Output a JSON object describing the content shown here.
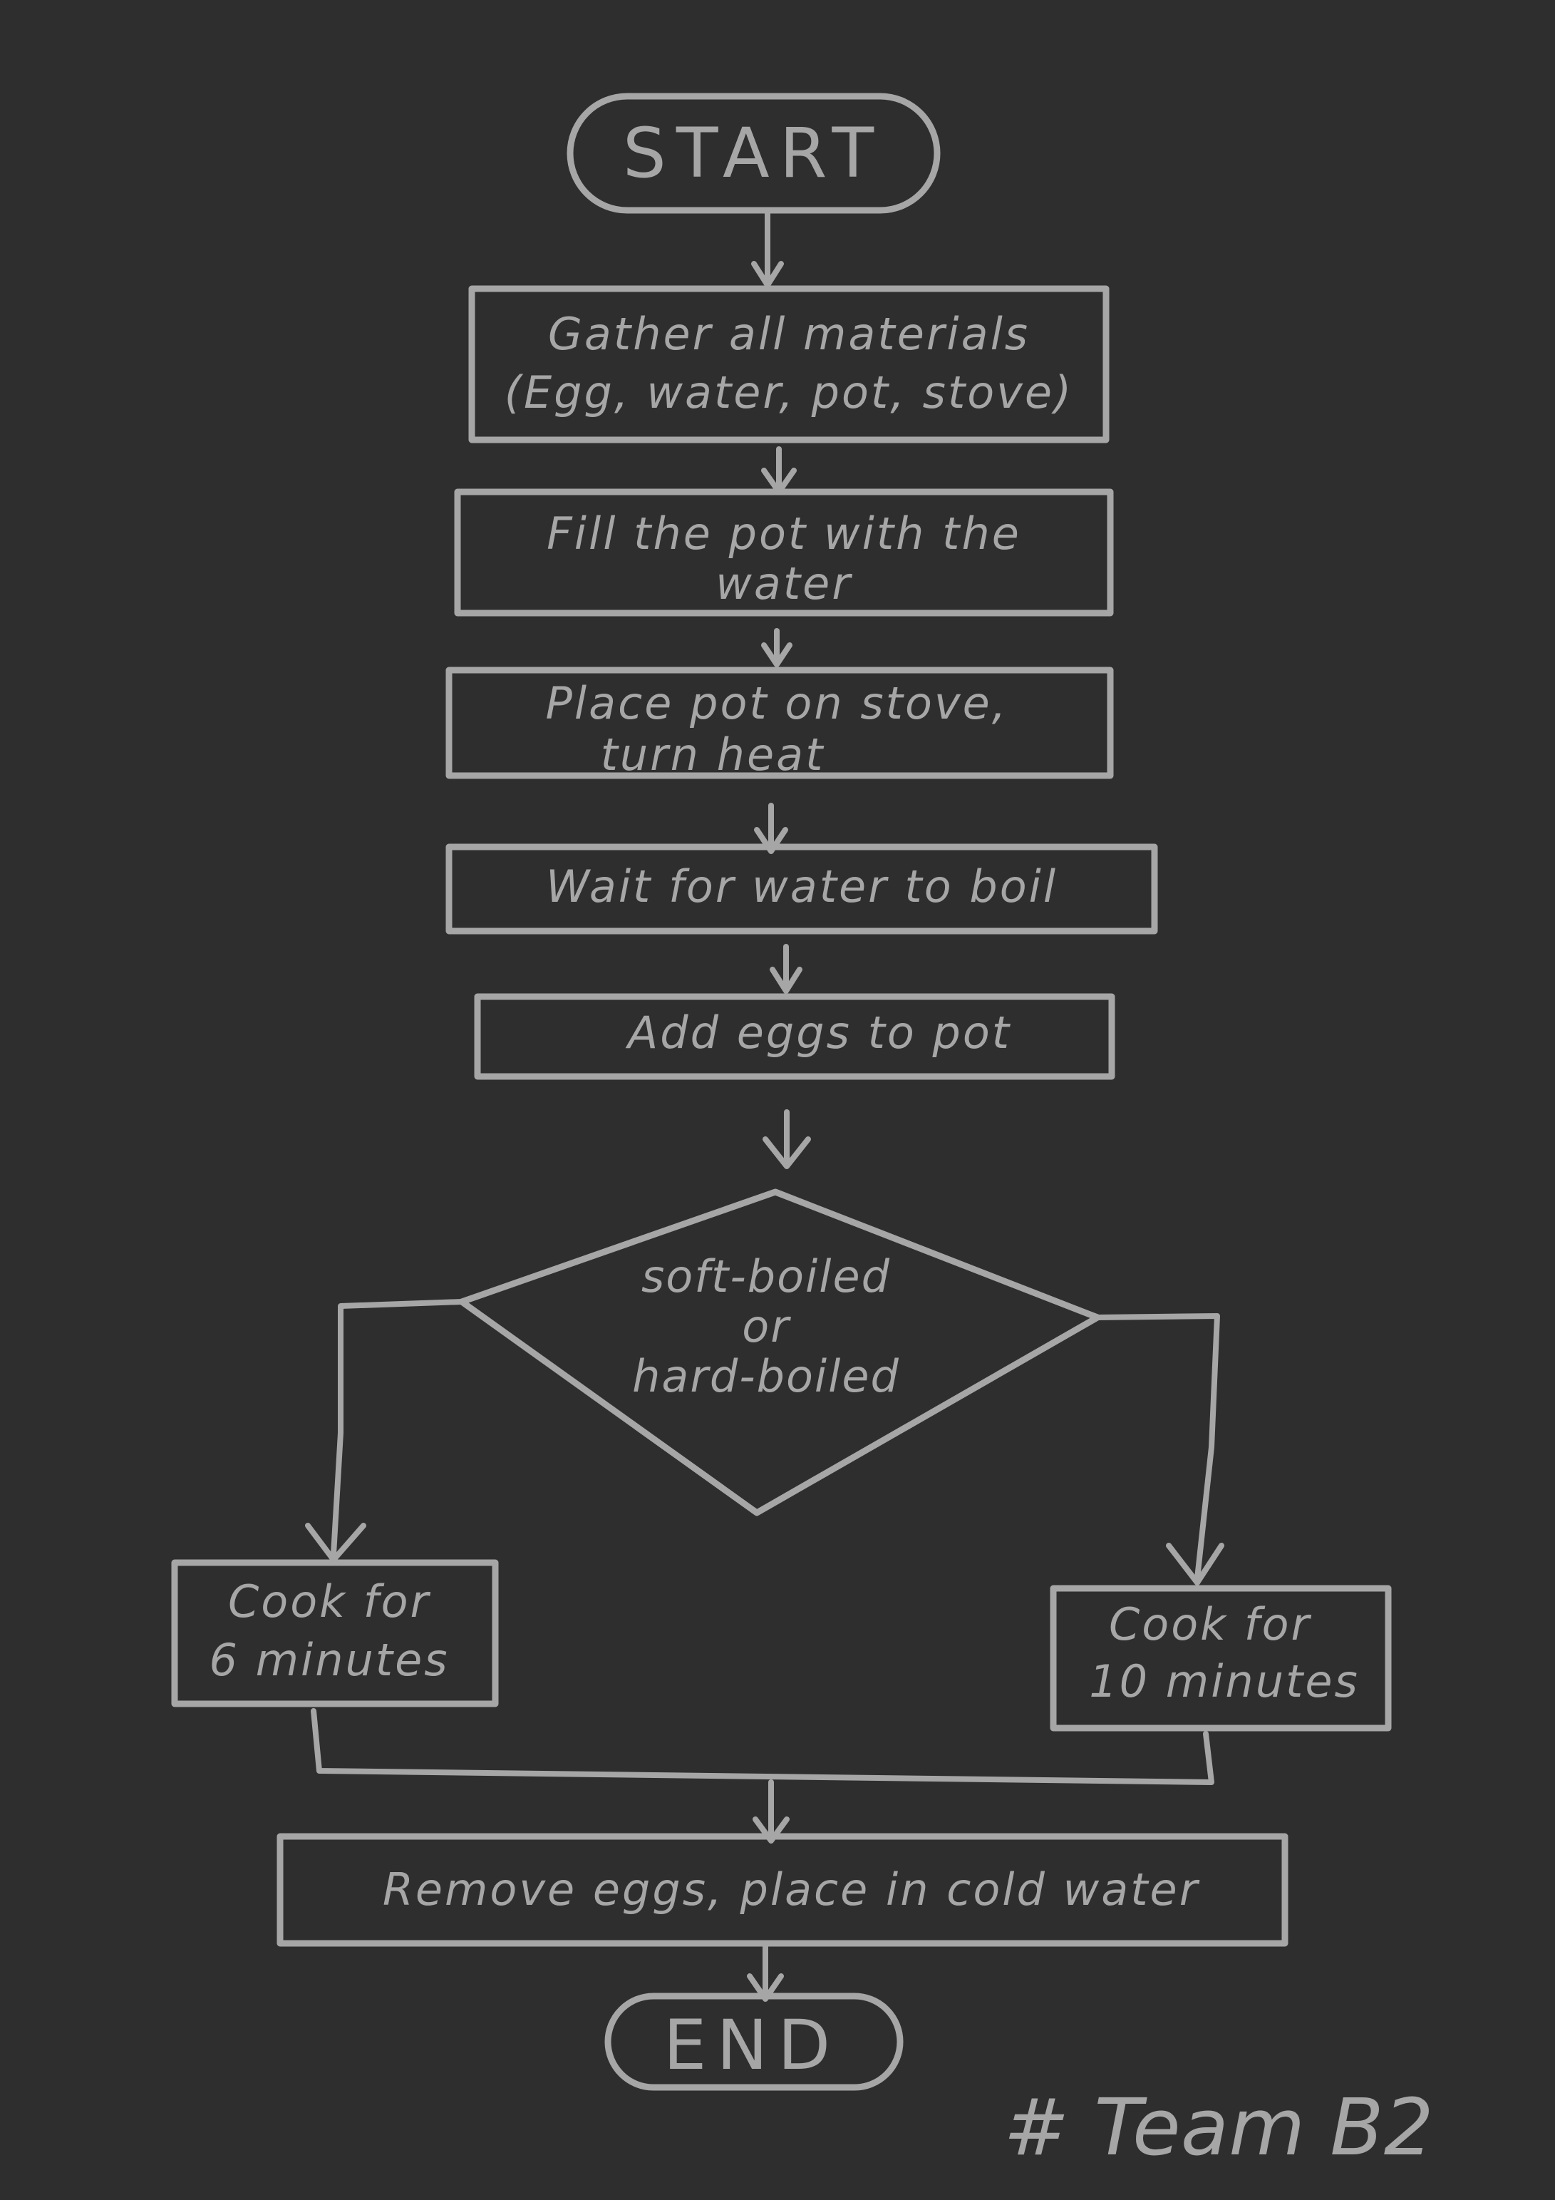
{
  "flowchart": {
    "start": {
      "label": "START"
    },
    "steps": [
      {
        "lines": [
          "Gather all materials",
          "(Egg, water, pot, stove)"
        ]
      },
      {
        "lines": [
          "Fill the pot with the",
          "water"
        ]
      },
      {
        "lines": [
          "Place pot on stove,",
          "turn heat"
        ]
      },
      {
        "lines": [
          "Wait for water to boil"
        ]
      },
      {
        "lines": [
          "Add eggs to pot"
        ]
      }
    ],
    "decision": {
      "lines": [
        "soft-boiled",
        "or",
        "hard-boiled"
      ]
    },
    "branch_left": {
      "lines": [
        "Cook for",
        "6 minutes"
      ]
    },
    "branch_right": {
      "lines": [
        "Cook for",
        "10 minutes"
      ]
    },
    "final_step": {
      "lines": [
        "Remove eggs, place in cold water"
      ]
    },
    "end": {
      "label": "END"
    }
  },
  "signature": "# Team B2",
  "colors": {
    "background": "#2e2e2e",
    "stroke": "#a6a6a6"
  }
}
